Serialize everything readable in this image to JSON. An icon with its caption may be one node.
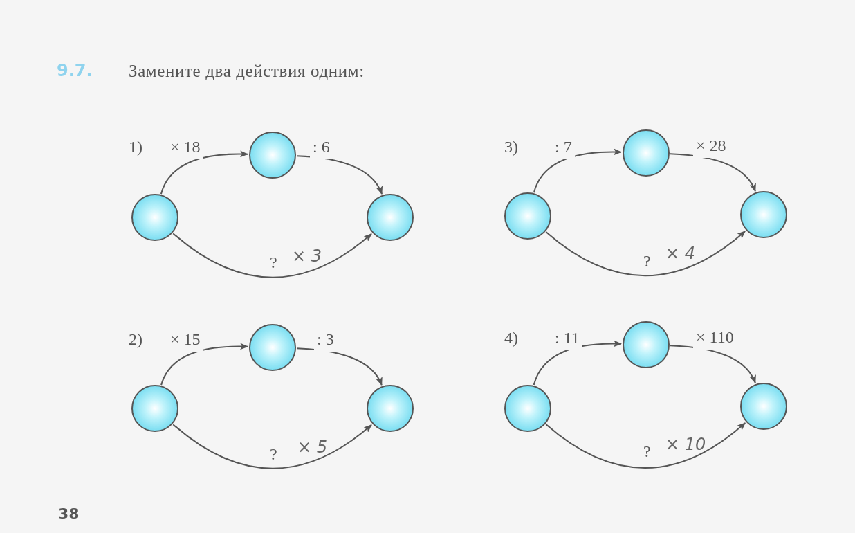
{
  "diagram": {
    "title": "Замените два действия одним:",
    "nodes": [
      {
        "text": [],
        "shape": "circle"
      },
      {
        "text": [],
        "shape": "circle"
      },
      {
        "text": [],
        "shape": "circle"
      },
      {
        "text": [],
        "shape": "circle"
      },
      {
        "text": [],
        "shape": "circle"
      },
      {
        "text": [],
        "shape": "circle"
      },
      {
        "text": [],
        "shape": "circle"
      },
      {
        "text": [],
        "shape": "circle"
      },
      {
        "text": [],
        "shape": "circle"
      },
      {
        "text": [],
        "shape": "circle"
      },
      {
        "text": [],
        "shape": "circle"
      },
      {
        "text": [],
        "shape": "circle"
      }
    ],
    "edges": [
      {
        "from": 0,
        "to": 1,
        "arrow": "to",
        "label": "× 18"
      },
      {
        "from": 1,
        "to": 2,
        "arrow": "to",
        "label": ": 6"
      },
      {
        "from": 0,
        "to": 2,
        "arrow": "to",
        "label": "?"
      },
      {
        "from": 3,
        "to": 4,
        "arrow": "to",
        "label": ": 7"
      },
      {
        "from": 4,
        "to": 5,
        "arrow": "to",
        "label": "× 28"
      },
      {
        "from": 3,
        "to": 5,
        "arrow": "to",
        "label": "?"
      },
      {
        "from": 6,
        "to": 7,
        "arrow": "to",
        "label": "× 15"
      },
      {
        "from": 7,
        "to": 8,
        "arrow": "to",
        "label": ": 3"
      },
      {
        "from": 6,
        "to": 8,
        "arrow": "to",
        "label": "?"
      },
      {
        "from": 9,
        "to": 10,
        "arrow": "to",
        "label": ": 11"
      },
      {
        "from": 10,
        "to": 11,
        "arrow": "to",
        "label": "× 110"
      },
      {
        "from": 9,
        "to": 11,
        "arrow": "to",
        "label": "?"
      }
    ],
    "labels": [
      "9.7.",
      "1)",
      "× 3",
      "3)",
      "× 4",
      "2)",
      "× 5",
      "4)",
      "× 10",
      "38"
    ]
  }
}
